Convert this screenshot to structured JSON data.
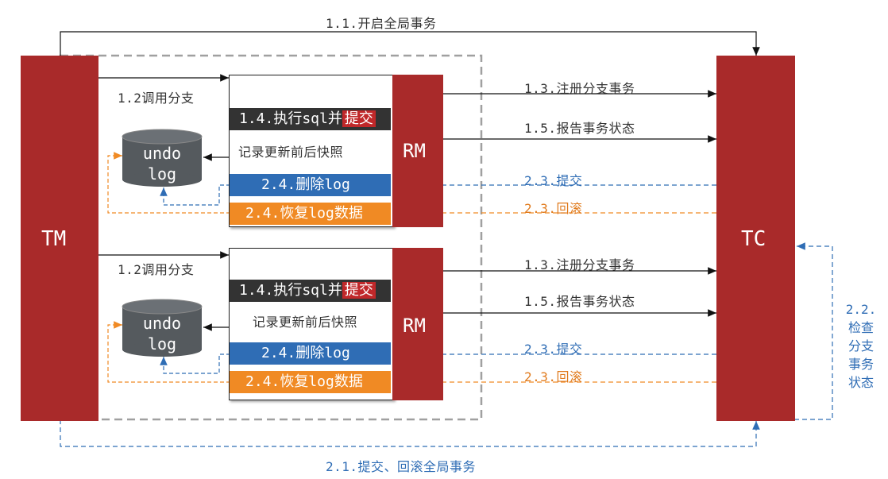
{
  "tm": {
    "label": "TM"
  },
  "tc": {
    "label": "TC"
  },
  "top_arrow": {
    "label": "1.1.开启全局事务"
  },
  "bottom_arrow": {
    "label": "2.1.提交、回滚全局事务"
  },
  "side_check": {
    "lines": [
      "2.2.",
      "检查",
      "分支",
      "事务",
      "状态"
    ]
  },
  "branches": [
    {
      "call_label": "1.2调用分支",
      "exec_prefix": "1.4.执行sql并",
      "exec_highlight": "提交",
      "snapshot_label": "记录更新前后快照",
      "delete_label": "2.4.删除log",
      "restore_label": "2.4.恢复log数据",
      "rm_label": "RM",
      "undo_line1": "undo",
      "undo_line2": "log",
      "register_label": "1.3.注册分支事务",
      "report_label": "1.5.报告事务状态",
      "commit_label": "2.3.提交",
      "rollback_label": "2.3.回滚"
    },
    {
      "call_label": "1.2调用分支",
      "exec_prefix": "1.4.执行sql并",
      "exec_highlight": "提交",
      "snapshot_label": "记录更新前后快照",
      "delete_label": "2.4.删除log",
      "restore_label": "2.4.恢复log数据",
      "rm_label": "RM",
      "undo_line1": "undo",
      "undo_line2": "log",
      "register_label": "1.3.注册分支事务",
      "report_label": "1.5.报告事务状态",
      "commit_label": "2.3.提交",
      "rollback_label": "2.3.回滚"
    }
  ],
  "colors": {
    "red": "#a92a2a",
    "dark": "#333333",
    "blue": "#2f6db5",
    "orange": "#f08a24",
    "gray_dash": "#a0a0a0"
  }
}
